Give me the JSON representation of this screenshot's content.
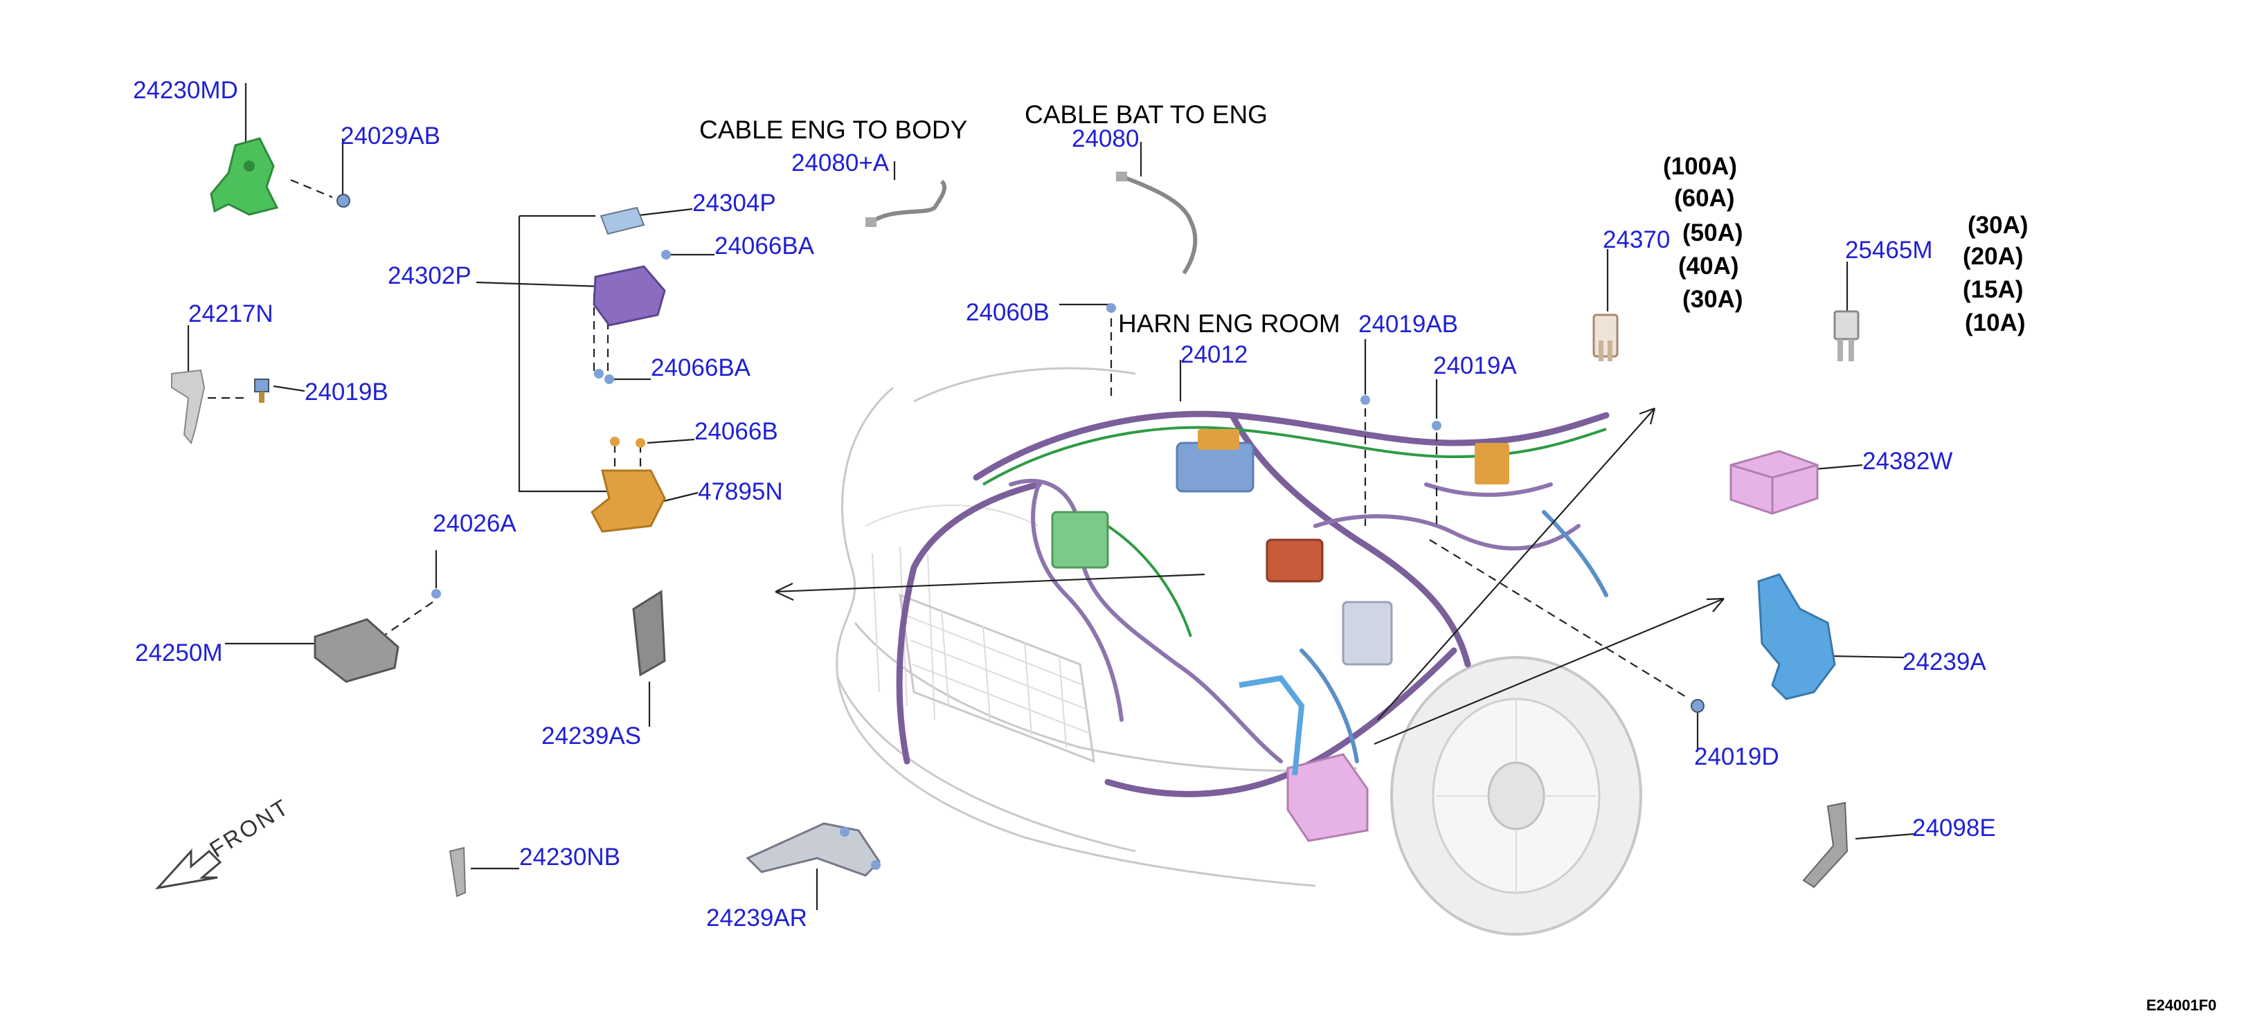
{
  "headers": {
    "cable_eng_to_body": "CABLE ENG TO BODY",
    "cable_bat_to_eng": "CABLE BAT TO ENG",
    "harn_eng_room": "HARN ENG ROOM"
  },
  "parts": {
    "p24230MD": "24230MD",
    "p24029AB": "24029AB",
    "p24080A": "24080+A",
    "p24080": "24080",
    "p24304P": "24304P",
    "p24302P": "24302P",
    "p24066BA_1": "24066BA",
    "p24066BA_2": "24066BA",
    "p24066B": "24066B",
    "p47895N": "47895N",
    "p24217N": "24217N",
    "p24019B": "24019B",
    "p24026A": "24026A",
    "p24250M": "24250M",
    "p24239AS": "24239AS",
    "p24230NB": "24230NB",
    "p24239AR": "24239AR",
    "p24060B": "24060B",
    "p24012": "24012",
    "p24019AB": "24019AB",
    "p24019A": "24019A",
    "p24370": "24370",
    "p25465M": "25465M",
    "p24382W": "24382W",
    "p24239A": "24239A",
    "p24019D": "24019D",
    "p24098E": "24098E"
  },
  "fuse_ratings_24370": [
    "(100A)",
    "(60A)",
    "(50A)",
    "(40A)",
    "(30A)"
  ],
  "fuse_ratings_25465M": [
    "(30A)",
    "(20A)",
    "(15A)",
    "(10A)"
  ],
  "front_label": "FRONT",
  "diagram_code": "E24001F0",
  "colors": {
    "label_blue": "#1f1fd6",
    "part_green": "#4cc05a",
    "part_purple": "#8a6cc0",
    "part_orange": "#e0a040",
    "part_pink": "#e7b2e6",
    "part_blue": "#5aa6e0",
    "part_gray": "#9a9a9a"
  }
}
